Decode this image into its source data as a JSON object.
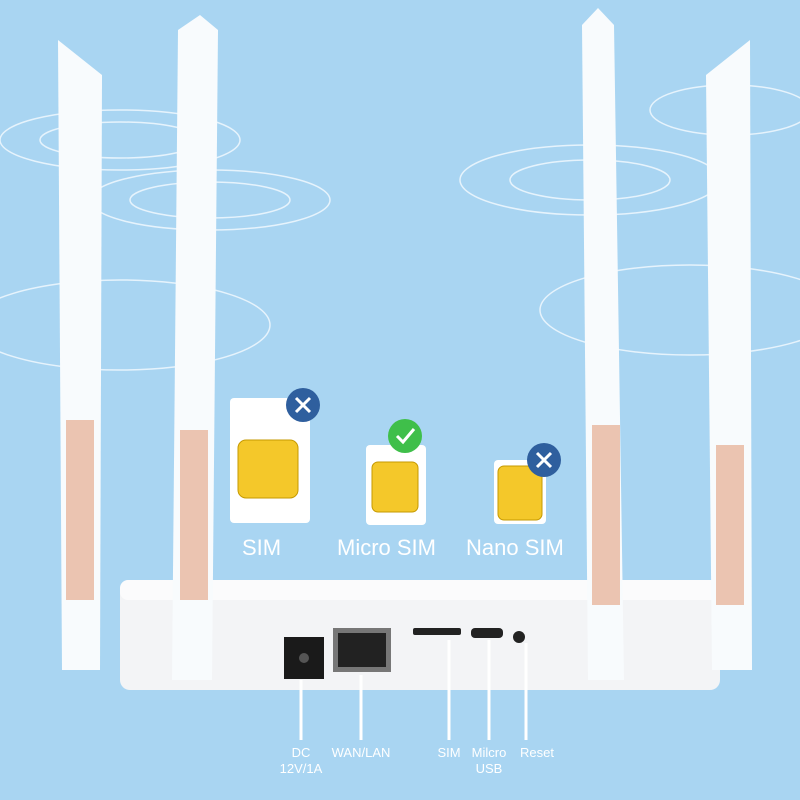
{
  "sim_types": [
    {
      "label": "SIM",
      "supported": false,
      "status_icon": "x-icon"
    },
    {
      "label": "Micro SIM",
      "supported": true,
      "status_icon": "check-icon"
    },
    {
      "label": "Nano SIM",
      "supported": false,
      "status_icon": "x-icon"
    }
  ],
  "ports": [
    {
      "label": "DC",
      "sub": "12V/1A"
    },
    {
      "label": "WAN/LAN"
    },
    {
      "label": "SIM"
    },
    {
      "label": "Milcro",
      "sub": "USB"
    },
    {
      "label": "Reset"
    }
  ],
  "colors": {
    "background": "#a9d5f2",
    "sim_chip": "#f4c82a",
    "check": "#3fbf4a",
    "cross": "#2f5f9e"
  }
}
